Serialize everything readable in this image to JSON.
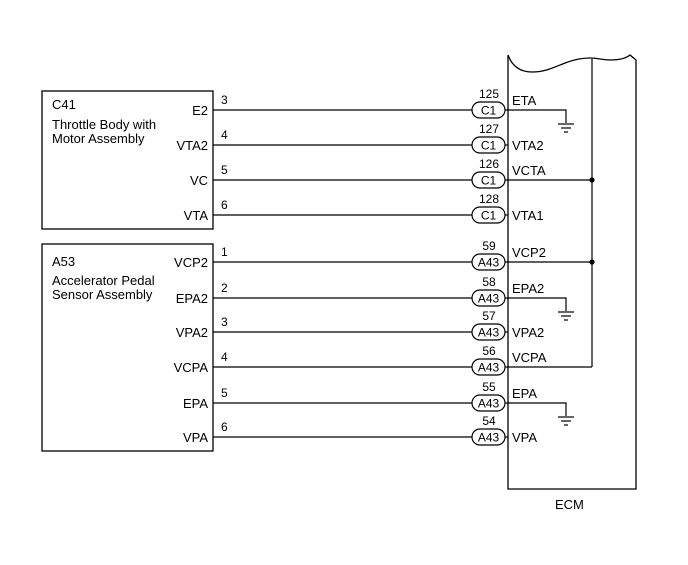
{
  "components": {
    "throttle": {
      "code": "C41",
      "name_line1": "Throttle Body with",
      "name_line2": "Motor Assembly"
    },
    "pedal": {
      "code": "A53",
      "name_line1": "Accelerator Pedal",
      "name_line2": "Sensor Assembly"
    },
    "ecm": {
      "label": "ECM"
    }
  },
  "wires": [
    {
      "left_signal": "E2",
      "left_pin": "3",
      "ecm_pin": "125",
      "connector": "C1",
      "ecm_signal": "ETA"
    },
    {
      "left_signal": "VTA2",
      "left_pin": "4",
      "ecm_pin": "127",
      "connector": "C1",
      "ecm_signal": "VTA2"
    },
    {
      "left_signal": "VC",
      "left_pin": "5",
      "ecm_pin": "126",
      "connector": "C1",
      "ecm_signal": "VCTA"
    },
    {
      "left_signal": "VTA",
      "left_pin": "6",
      "ecm_pin": "128",
      "connector": "C1",
      "ecm_signal": "VTA1"
    },
    {
      "left_signal": "VCP2",
      "left_pin": "1",
      "ecm_pin": "59",
      "connector": "A43",
      "ecm_signal": "VCP2"
    },
    {
      "left_signal": "EPA2",
      "left_pin": "2",
      "ecm_pin": "58",
      "connector": "A43",
      "ecm_signal": "EPA2"
    },
    {
      "left_signal": "VPA2",
      "left_pin": "3",
      "ecm_pin": "57",
      "connector": "A43",
      "ecm_signal": "VPA2"
    },
    {
      "left_signal": "VCPA",
      "left_pin": "4",
      "ecm_pin": "56",
      "connector": "A43",
      "ecm_signal": "VCPA"
    },
    {
      "left_signal": "EPA",
      "left_pin": "5",
      "ecm_pin": "55",
      "connector": "A43",
      "ecm_signal": "EPA"
    },
    {
      "left_signal": "VPA",
      "left_pin": "6",
      "ecm_pin": "54",
      "connector": "A43",
      "ecm_signal": "VPA"
    }
  ]
}
